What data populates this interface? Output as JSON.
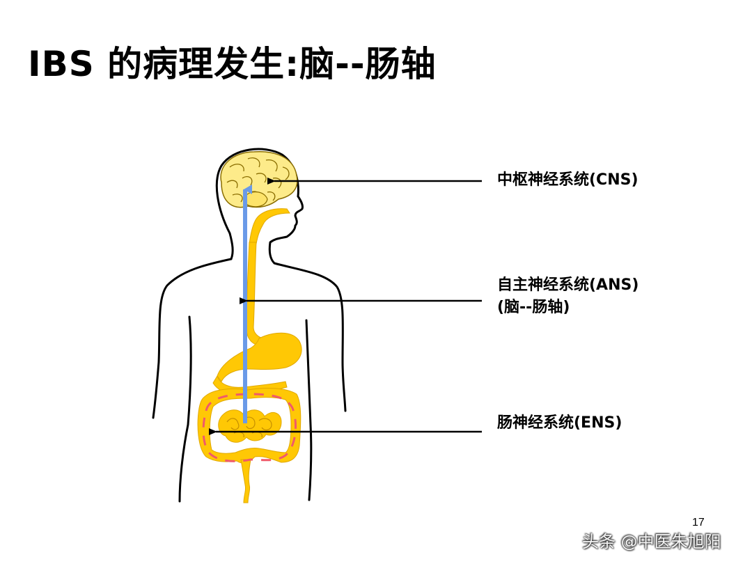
{
  "slide": {
    "title": "IBS 的病理发生:脑--肠轴",
    "page_number": "17"
  },
  "labels": {
    "cns": "中枢神经系统(CNS)",
    "ans_line1": "自主神经系统(ANS)",
    "ans_line2": "(脑--肠轴)",
    "ens": "肠神经系统(ENS)"
  },
  "watermark": "头条 @中医朱旭阳",
  "colors": {
    "organ_fill": "#FFC805",
    "axis_arrow": "#6A9AE8",
    "ens_dashes": "#F05A6A",
    "outline": "#000000"
  }
}
